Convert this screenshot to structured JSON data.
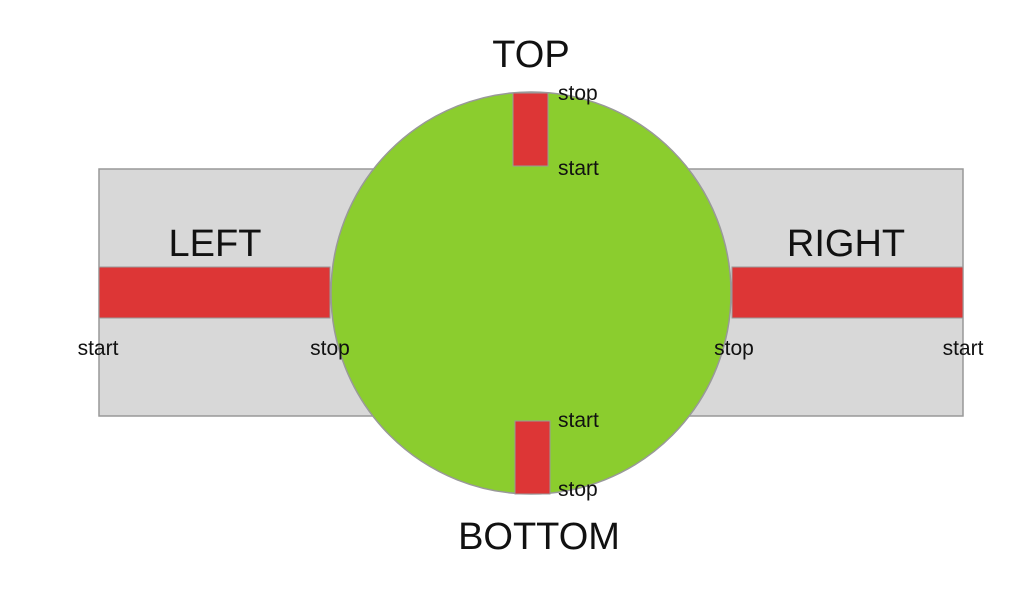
{
  "labels": {
    "top": "TOP",
    "bottom": "BOTTOM",
    "left": "LEFT",
    "right": "RIGHT"
  },
  "markers": {
    "top_stop": "stop",
    "top_start": "start",
    "bottom_start": "start",
    "bottom_stop": "stop",
    "left_start": "start",
    "left_stop": "stop",
    "right_stop": "stop",
    "right_start": "start"
  },
  "colors": {
    "band": "#d8d8d8",
    "circle": "#8bcd2e",
    "bar": "#dd3636",
    "outline": "#999999"
  }
}
